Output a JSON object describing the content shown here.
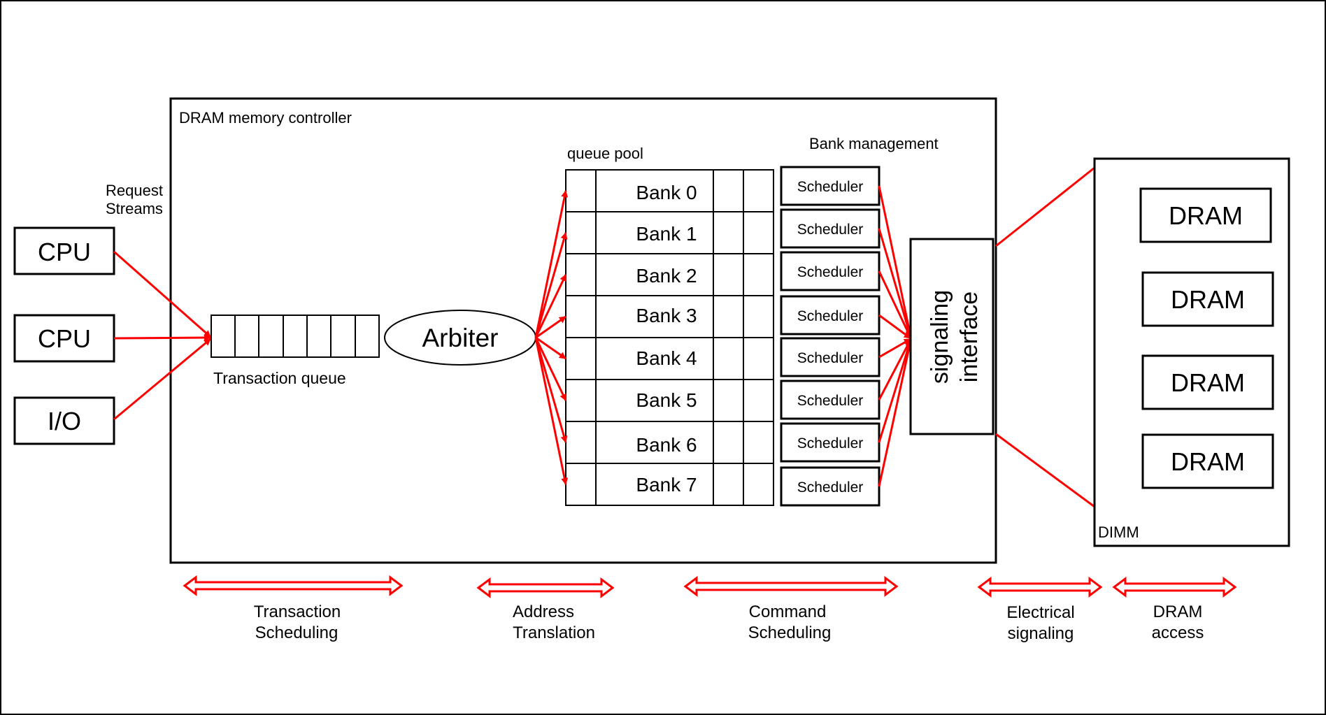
{
  "colors": {
    "line": "#000000",
    "arrow": "#ff0000",
    "background": "#ffffff"
  },
  "controller": {
    "label": "DRAM memory controller"
  },
  "request": {
    "label_line1": "Request",
    "label_line2": "Streams"
  },
  "sources": [
    "CPU",
    "CPU",
    "I/O"
  ],
  "transaction_queue": {
    "label": "Transaction queue"
  },
  "arbiter": {
    "label": "Arbiter"
  },
  "queue_pool": {
    "label": "queue pool",
    "banks": [
      "Bank 0",
      "Bank 1",
      "Bank 2",
      "Bank 3",
      "Bank 4",
      "Bank 5",
      "Bank 6",
      "Bank 7"
    ]
  },
  "bank_management": {
    "label": "Bank management",
    "schedulers": [
      "Scheduler",
      "Scheduler",
      "Scheduler",
      "Scheduler",
      "Scheduler",
      "Scheduler",
      "Scheduler",
      "Scheduler"
    ]
  },
  "signaling": {
    "line1": "signaling",
    "line2": "interface"
  },
  "dimm": {
    "label": "DIMM",
    "chips": [
      "DRAM",
      "DRAM",
      "DRAM",
      "DRAM"
    ]
  },
  "stages": [
    {
      "line1": "Transaction",
      "line2": "Scheduling"
    },
    {
      "line1": "Address",
      "line2": "Translation"
    },
    {
      "line1": "Command",
      "line2": "Scheduling"
    },
    {
      "line1": "Electrical",
      "line2": "signaling"
    },
    {
      "line1": "DRAM",
      "line2": "access"
    }
  ]
}
